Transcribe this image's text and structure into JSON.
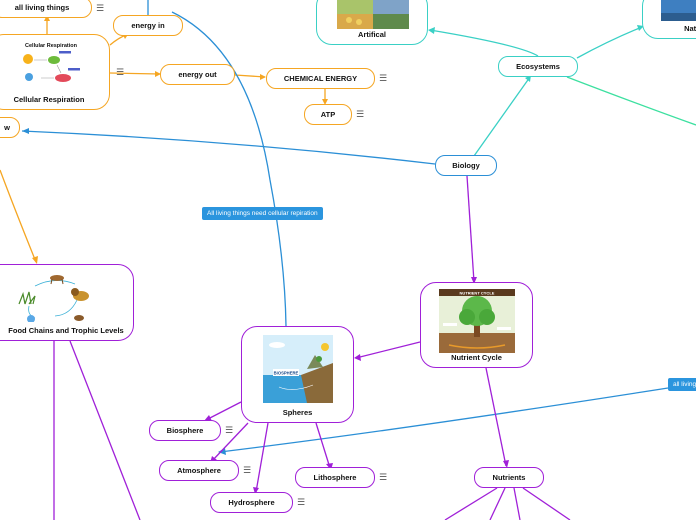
{
  "nodes": {
    "all_living_things": "all living things",
    "energy_in": "energy in",
    "cellular_respiration": "Cellular Respiration",
    "cr_image_title": "Cellular Respiration",
    "energy_out": "energy out",
    "chemical_energy": "CHEMICAL ENERGY",
    "atp": "ATP",
    "artifical": "Artifical",
    "ecosystems": "Ecosystems",
    "natural": "Natural",
    "biology": "Biology",
    "food_chains": "Food Chains and Trophic Levels",
    "nutrient_cycle": "Nutrient Cycle",
    "nutrient_image_title": "NUTRIENT CYCLE",
    "spheres": "Spheres",
    "spheres_image_label": "BIOSPHERE",
    "biosphere": "Biosphere",
    "atmosphere": "Atmosphere",
    "lithosphere": "Lithosphere",
    "hydrosphere": "Hydrosphere",
    "nutrients": "Nutrients",
    "left_edge_node": "w"
  },
  "tags": {
    "cellular_repiration": "All living things need cellular repiration",
    "all_living_right": "all living"
  },
  "note_glyph": "☰",
  "colors": {
    "orange": "#f5a623",
    "teal": "#3ad0c5",
    "blue": "#2b8fd6",
    "purple": "#a020d8",
    "green_link": "#3de0a0"
  }
}
